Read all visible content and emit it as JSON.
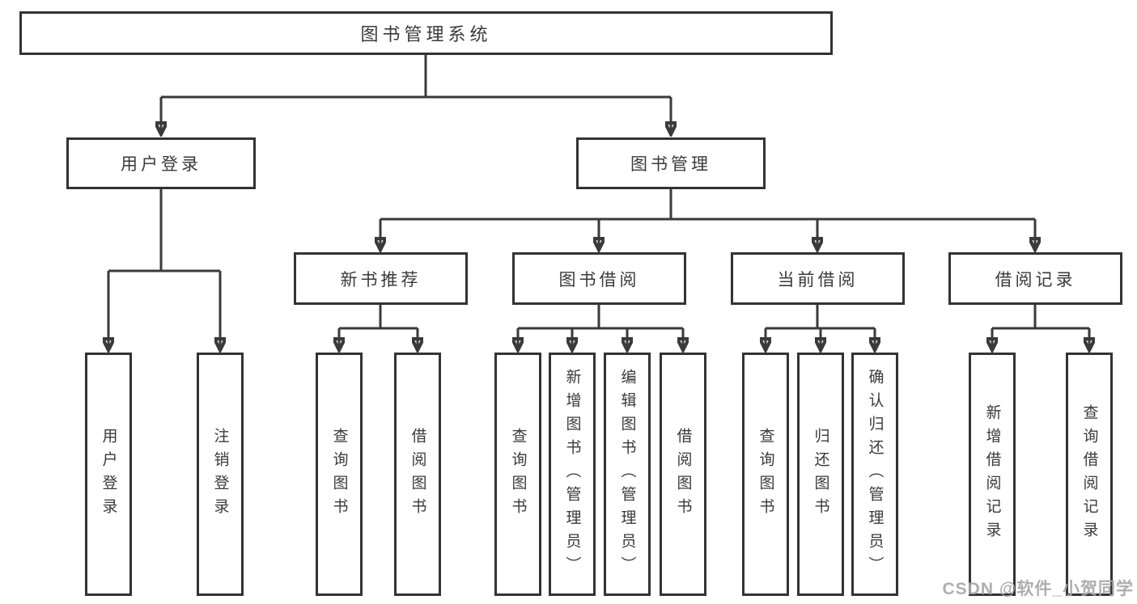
{
  "palette": {
    "line_color": "#3a3a3a",
    "box_border_color": "#333333",
    "text_color": "#3a3a3a",
    "background_color": "#ffffff",
    "watermark_color": "#a5a5a5"
  },
  "nodes": {
    "root": "图书管理系统",
    "user_login": "用户登录",
    "book_mgmt": "图书管理",
    "new_book": "新书推荐",
    "book_borrow": "图书借阅",
    "current_borrow": "当前借阅",
    "borrow_record": "借阅记录",
    "leaves": {
      "user_login_child": "用户登录",
      "logout": "注销登录",
      "nb_query": "查询图书",
      "nb_borrow": "借阅图书",
      "bb_query": "查询图书",
      "bb_add": "新增图书（管理员）",
      "bb_edit": "编辑图书（管理员）",
      "bb_borrow": "借阅图书",
      "cb_query": "查询图书",
      "cb_return": "归还图书",
      "cb_confirm": "确认归还（管理员）",
      "br_add": "新增借阅记录",
      "br_query": "查询借阅记录"
    }
  },
  "watermark": {
    "text": "CSDN @软件_小贺同学"
  }
}
